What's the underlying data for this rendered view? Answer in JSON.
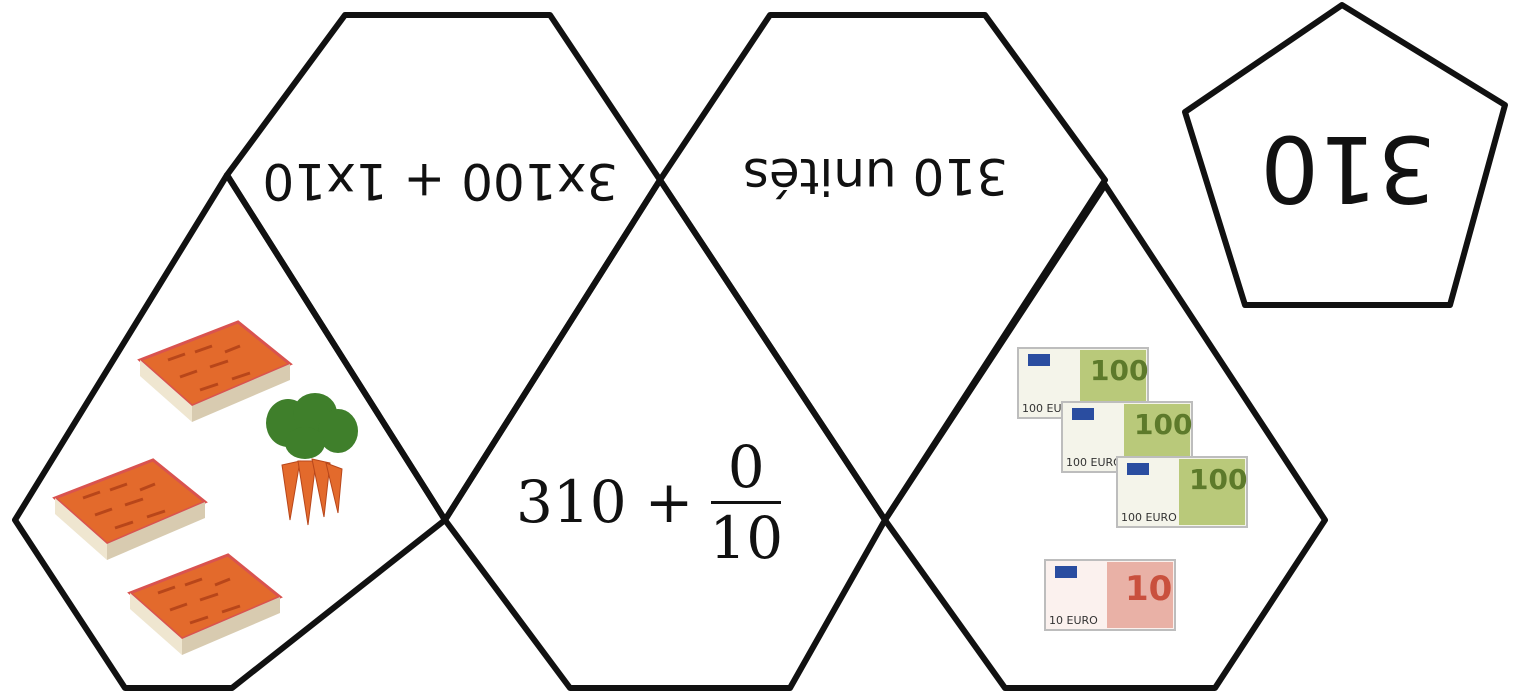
{
  "cards": {
    "units_text": "310 unités",
    "expanded_text": "3x100 + 1x10",
    "number_text": "310",
    "fraction": {
      "whole": "310",
      "operator": "+",
      "numerator": "0",
      "denominator": "10"
    }
  },
  "illustrations": {
    "carrot_crates": 3,
    "carrot_bunches": 1,
    "banknotes_100": {
      "count": 3,
      "label": "100",
      "currency": "EURO"
    },
    "banknotes_10": {
      "count": 1,
      "label": "10",
      "currency": "EURO"
    }
  },
  "colors": {
    "outline": "#111111",
    "carrot": "#e36a2c",
    "crate_edge": "#d9534f",
    "leaf": "#3f7f2b",
    "note_100": "#b9c97a",
    "note_10": "#e9b1a6"
  }
}
